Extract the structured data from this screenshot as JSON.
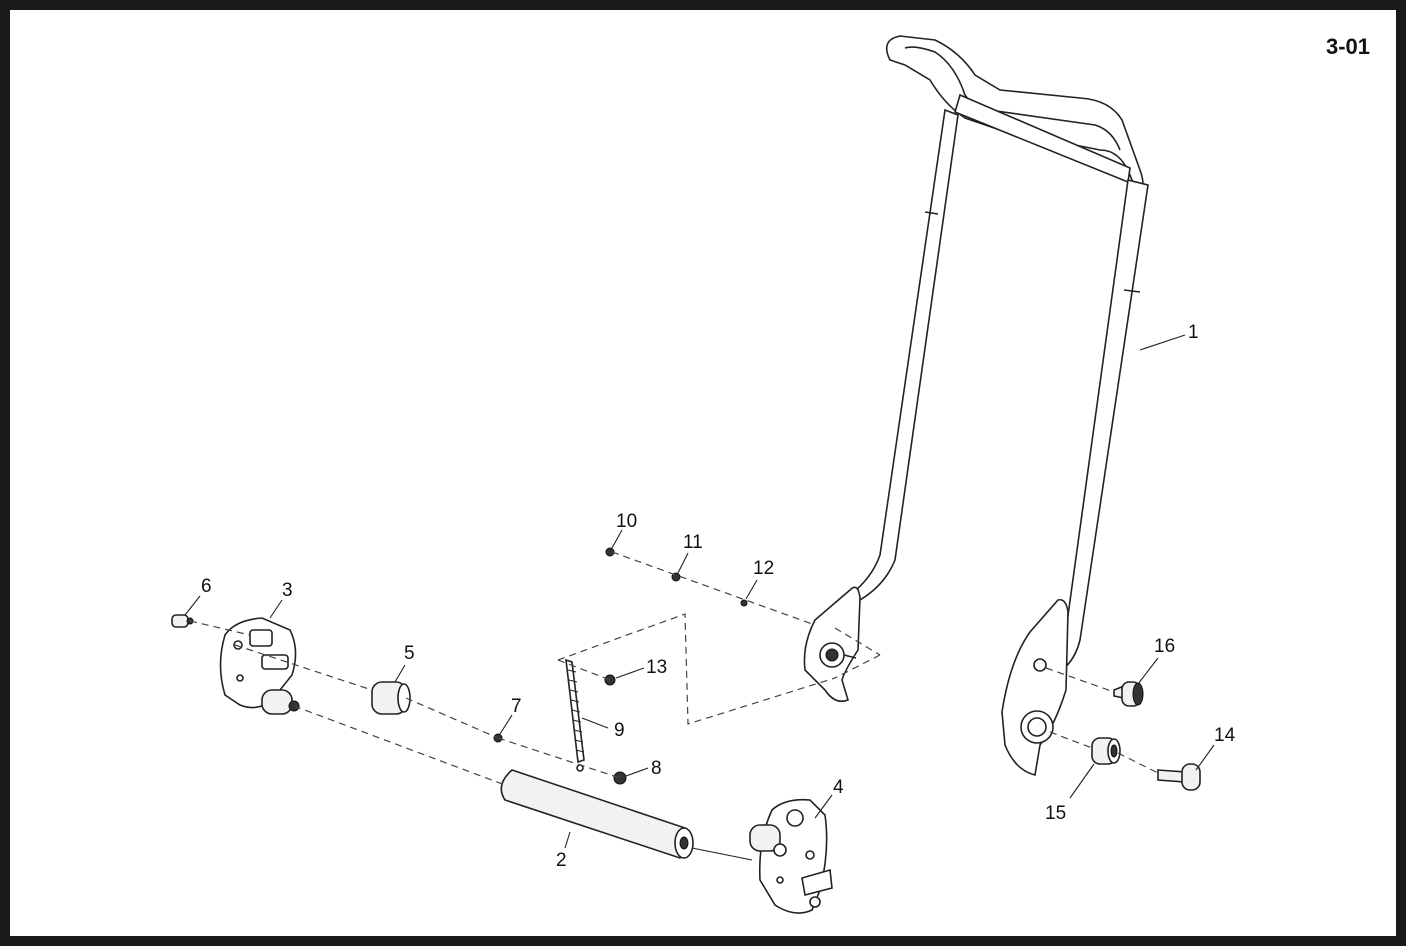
{
  "page": {
    "number": "3-01"
  },
  "callouts": [
    {
      "id": "1",
      "label": "1"
    },
    {
      "id": "2",
      "label": "2"
    },
    {
      "id": "3",
      "label": "3"
    },
    {
      "id": "4",
      "label": "4"
    },
    {
      "id": "5",
      "label": "5"
    },
    {
      "id": "6",
      "label": "6"
    },
    {
      "id": "7",
      "label": "7"
    },
    {
      "id": "8",
      "label": "8"
    },
    {
      "id": "9",
      "label": "9"
    },
    {
      "id": "10",
      "label": "10"
    },
    {
      "id": "11",
      "label": "11"
    },
    {
      "id": "12",
      "label": "12"
    },
    {
      "id": "13",
      "label": "13"
    },
    {
      "id": "14",
      "label": "14"
    },
    {
      "id": "15",
      "label": "15"
    },
    {
      "id": "16",
      "label": "16"
    }
  ],
  "colors": {
    "frame": "#1a1a1a",
    "ink": "#222222",
    "background": "#ffffff"
  }
}
